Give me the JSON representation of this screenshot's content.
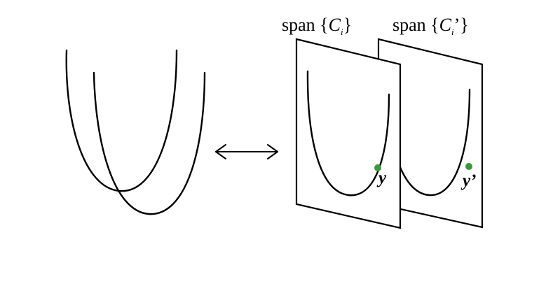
{
  "labels": {
    "span_left": {
      "prefix": "span {",
      "var": "C",
      "sub": "i",
      "suffix": "}"
    },
    "span_right": {
      "prefix": "span {",
      "var": "C",
      "sub": "i",
      "suffix": "’}"
    },
    "point_left": "y",
    "point_right": "y’"
  },
  "colors": {
    "ink": "#000000",
    "point": "#3a9a3a"
  }
}
